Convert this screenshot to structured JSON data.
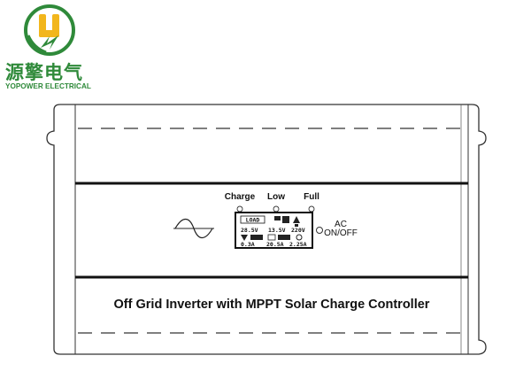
{
  "logo": {
    "name_cn": "源擎电气",
    "name_en": "YOPOWER ELECTRICAL",
    "color": "#2f8a3a"
  },
  "panel": {
    "indicators": [
      {
        "label": "Charge"
      },
      {
        "label": "Low"
      },
      {
        "label": "Full"
      }
    ],
    "ac_switch": {
      "line1": "AC",
      "line2": "ON/OFF"
    },
    "lcd": {
      "load": "LOAD",
      "row1": [
        "28.5V",
        "13.5V",
        "220V"
      ],
      "row2": [
        "0.3A",
        "20.5A",
        "2.25A"
      ]
    },
    "title": "Off Grid Inverter with MPPT Solar Charge Controller"
  }
}
